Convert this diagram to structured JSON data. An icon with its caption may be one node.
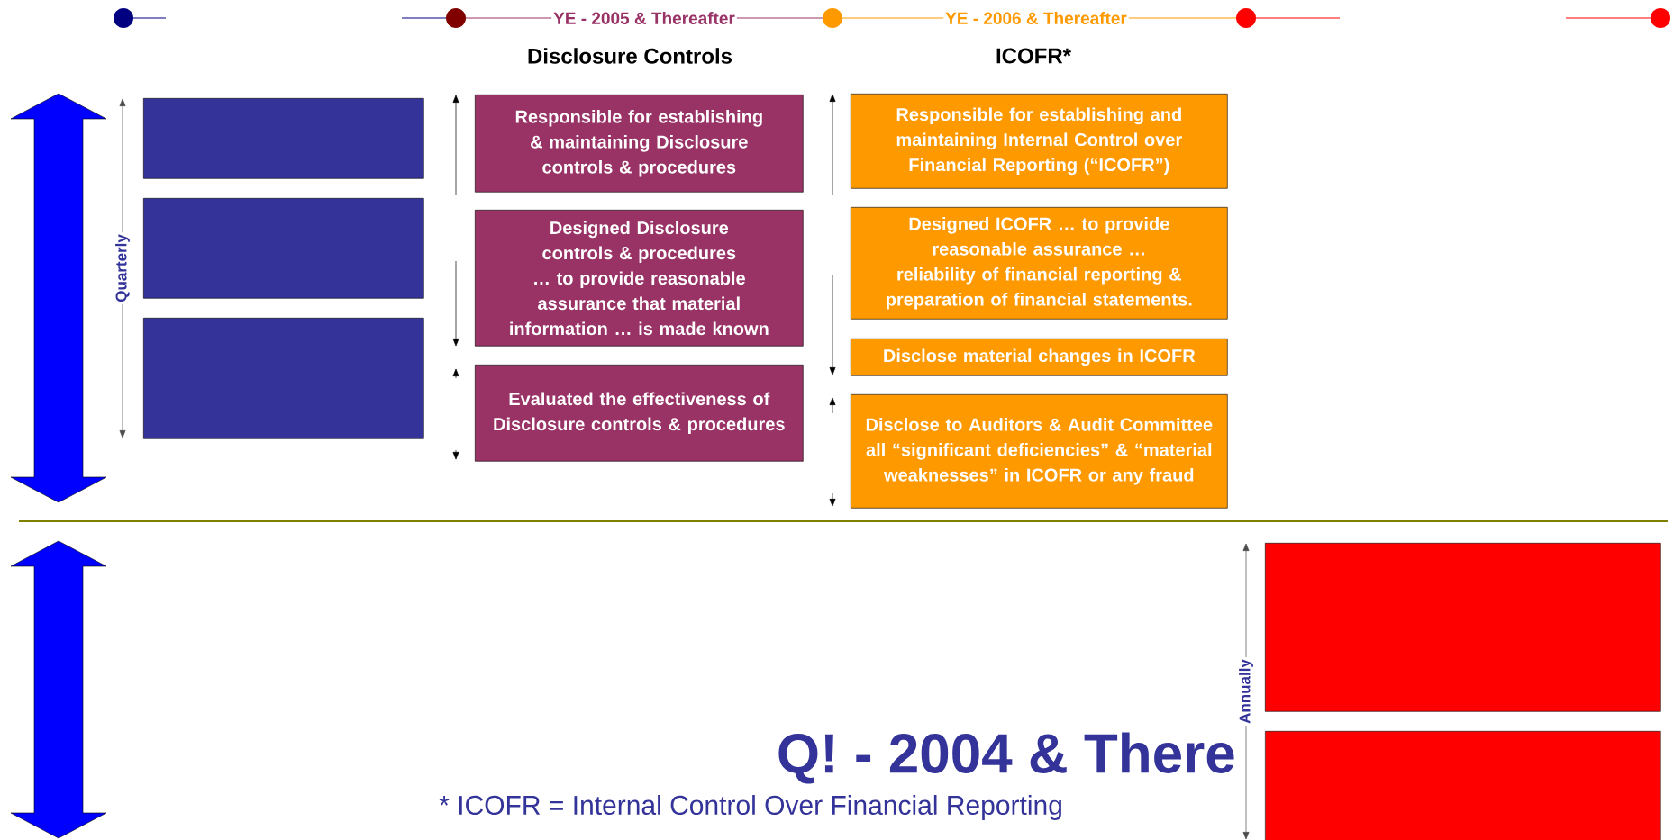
{
  "diagram": {
    "nodes": [
      {
        "text": [],
        "shape": "box"
      },
      {
        "text": [],
        "shape": "box"
      },
      {
        "text": [],
        "shape": "box"
      },
      {
        "text": [
          "Responsible for establishing & maintaining Disclosure controls & procedures"
        ]
      },
      {
        "text": [
          "Designed Disclosure controls & procedures … to provide reasonable assurance that material information … is made known"
        ]
      },
      {
        "text": [
          "Evaluated the effectiveness of Disclosure controls & procedures"
        ]
      },
      {
        "text": [
          "Responsible for establishing and maintaining Internal Control over Financial Reporting (“ICOFR”)"
        ]
      },
      {
        "text": [
          "Designed ICOFR … to provide reasonable assurance … reliability of financial reporting & preparation of financial statements."
        ]
      },
      {
        "text": [
          "Disclose material changes in ICOFR"
        ]
      },
      {
        "text": [
          "Disclose to Auditors & Audit Committee all “significant deficiencies” & “material weaknesses” in ICOFR or any fraud"
        ]
      },
      {
        "text": [],
        "shape": "box"
      },
      {
        "text": [],
        "shape": "box"
      }
    ],
    "labels": [
      "YE - 2005 & Thereafter",
      "YE - 2006 & Thereafter",
      "Disclosure Controls",
      "ICOFR*",
      "Quarterly",
      "Annually",
      "Q! - 2004 & There",
      "* ICOFR = Internal Control Over Financial Reporting"
    ]
  }
}
